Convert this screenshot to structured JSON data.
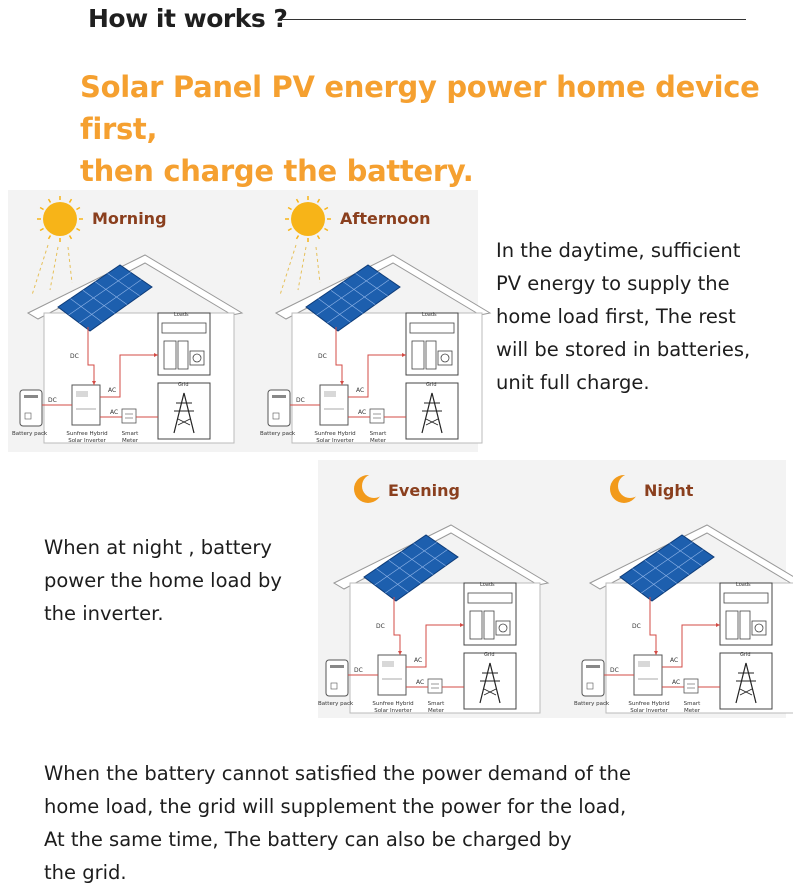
{
  "header": {
    "title": "How it works ?"
  },
  "headline": {
    "line1": "Solar Panel PV energy power home device first,",
    "line2": "then charge the battery."
  },
  "descriptions": {
    "daytime": [
      "In the daytime, sufficient",
      "PV energy to supply the",
      "home load first, The rest",
      "will be stored in batteries,",
      "unit full charge."
    ],
    "night": [
      "When at night , battery",
      "power the home load by",
      "the inverter."
    ],
    "grid": [
      "When the battery cannot satisfied the power demand of the",
      "home load, the grid will supplement the power for the load,",
      "At the same time, The battery can also be charged by",
      "the grid."
    ]
  },
  "scenes": [
    {
      "label": "Morning",
      "icon": "sun-icon"
    },
    {
      "label": "Afternoon",
      "icon": "sun-icon"
    },
    {
      "label": "Evening",
      "icon": "moon-icon"
    },
    {
      "label": "Night",
      "icon": "moon-icon"
    }
  ],
  "component_labels": {
    "loads": "Loads",
    "grid": "Grid",
    "dc": "DC",
    "ac": "AC",
    "battery_pack": "Battery pack",
    "inverter": "Sunfree Hybrid Solar Inverter",
    "smart_meter": "Smart Meter"
  },
  "colors": {
    "headline": "#f5a030",
    "scene_label": "#8a3f1e",
    "sun": "#f7b418",
    "moon": "#f29a1b",
    "panel": "#1d5fae",
    "flow_line": "#d34b45"
  }
}
